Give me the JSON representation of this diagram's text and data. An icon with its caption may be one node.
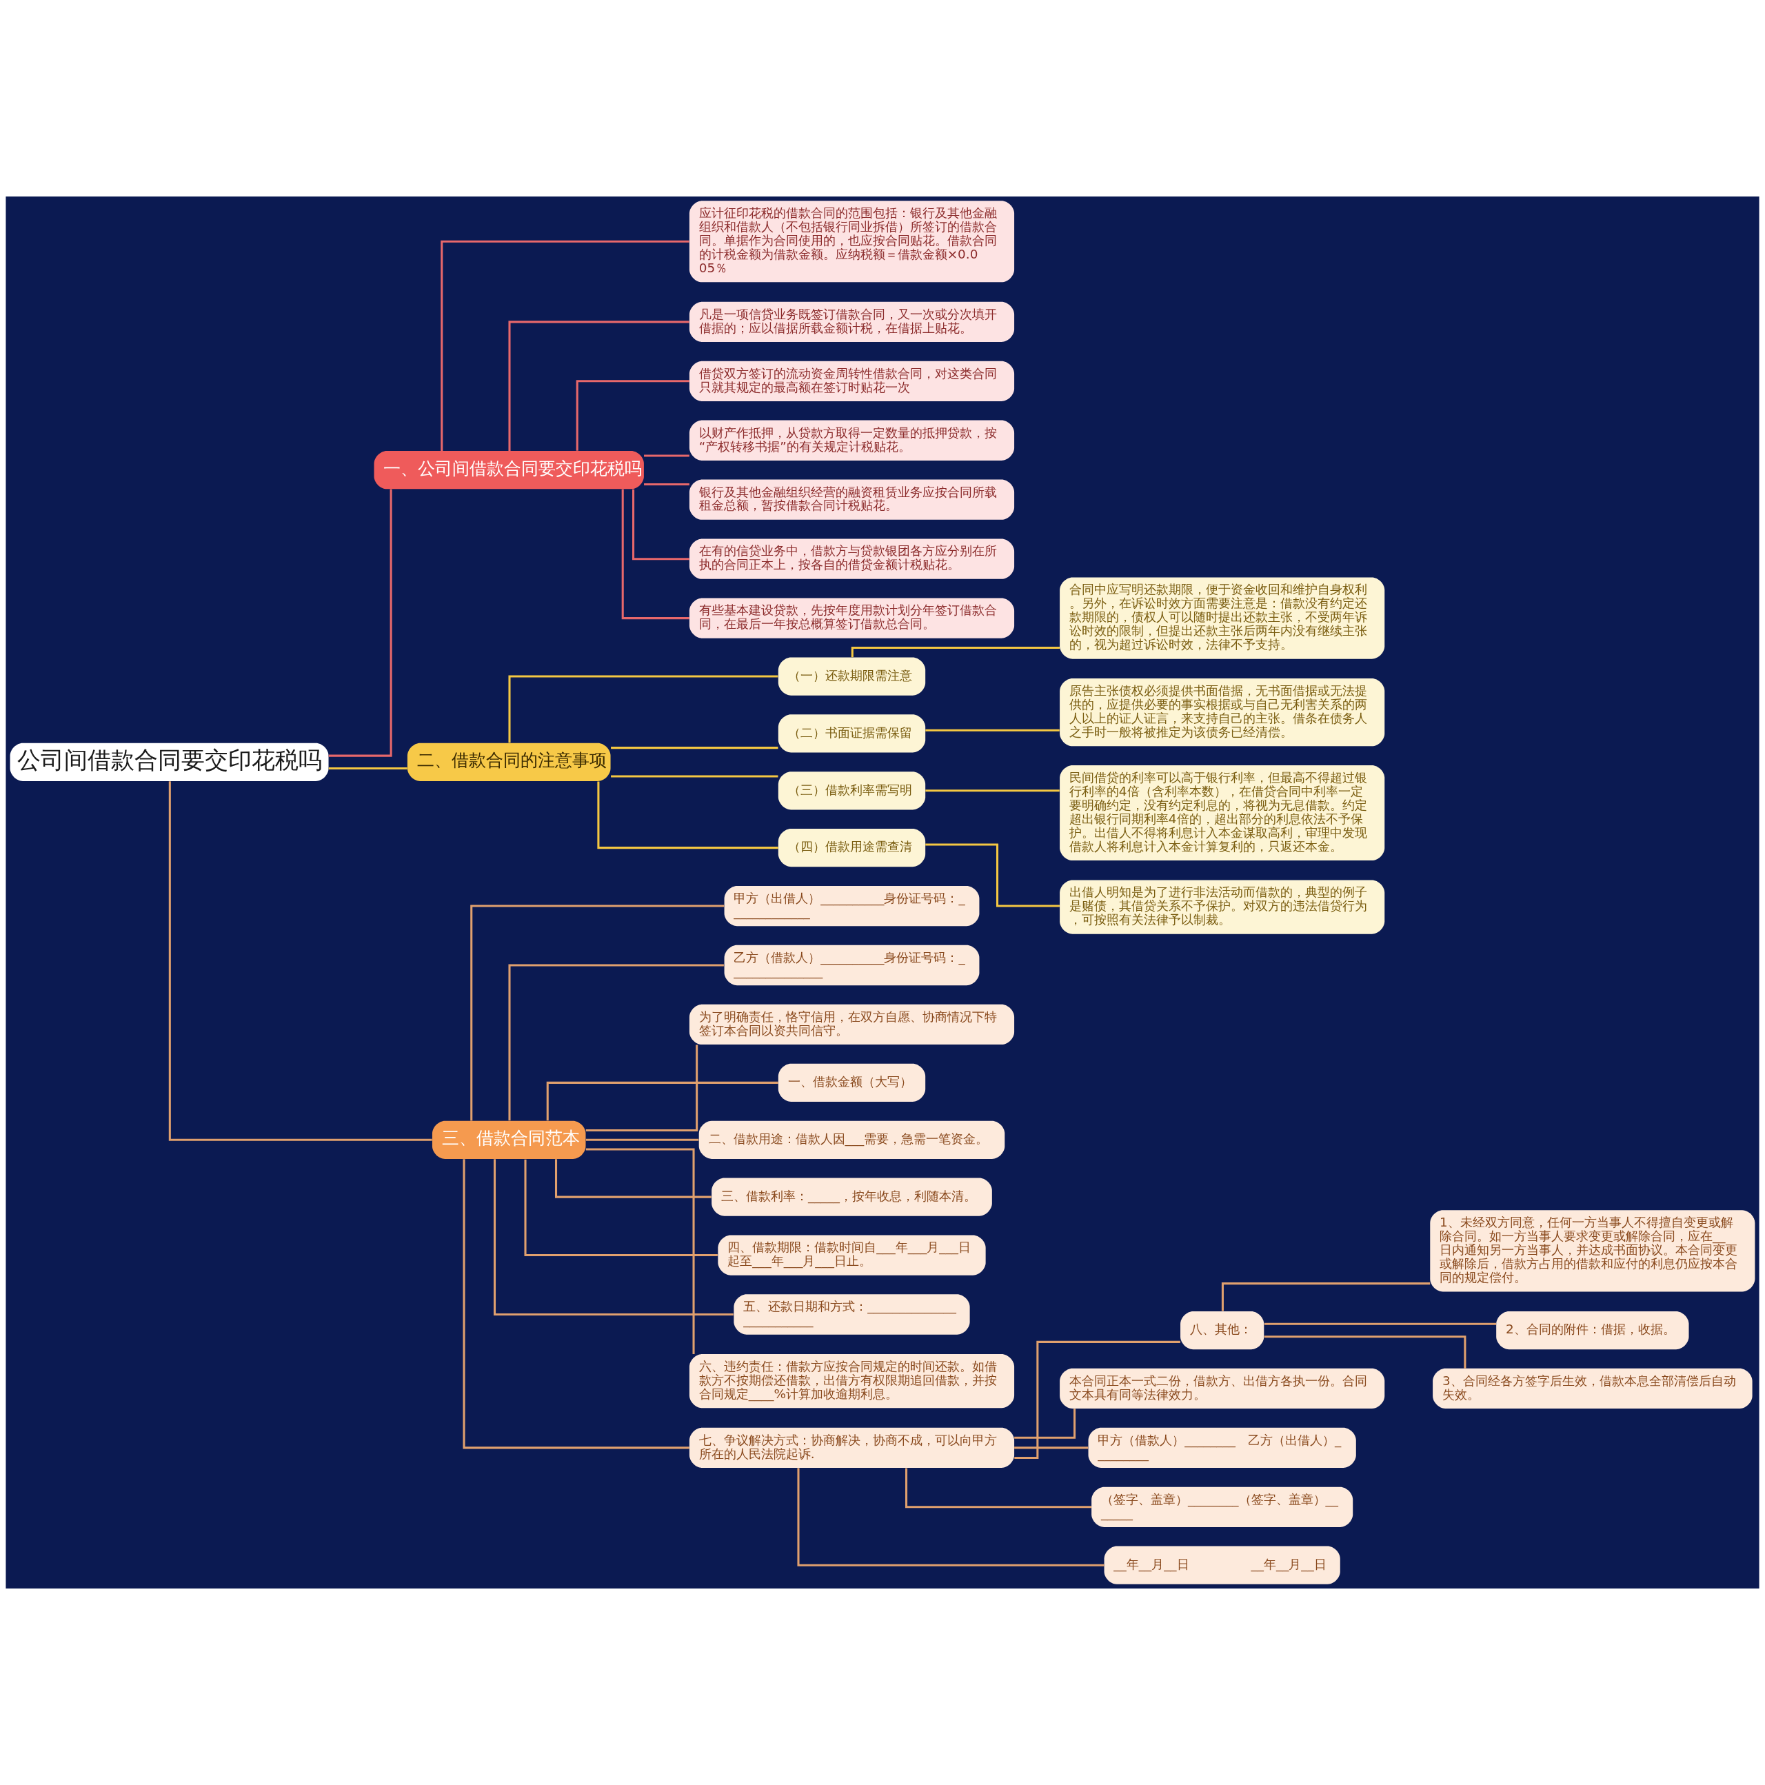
{
  "diagram": {
    "nodes": [
      {
        "text": [
          "公司间借款合同要交印花税吗"
        ]
      },
      {
        "text": [
          "一、公司间借款合同要交印花税吗"
        ]
      },
      {
        "text": [
          "应计征印花税的借款合同的范围包括：银行及其他金融组织和借款人（不包括银行同业拆借）所签订的借款合同。单据作为合同使用的，也应按合同贴花。借款合同的计税金额为借款金额。应纳税额＝借款金额×0.005％"
        ]
      },
      {
        "text": [
          "凡是一项信贷业务既签订借款合同，又一次或分次填开借据的；应以借据所载金额计税，在借据上贴花。"
        ]
      },
      {
        "text": [
          "借贷双方签订的流动资金周转性借款合同，对这类合同只就其规定的最高额在签订时贴花一次"
        ]
      },
      {
        "text": [
          "以财产作抵押，从贷款方取得一定数量的抵押贷款，按“产权转移书据”的有关规定计税贴花。"
        ]
      },
      {
        "text": [
          "银行及其他金融组织经营的融资租赁业务应按合同所载租金总额，暂按借款合同计税贴花。"
        ]
      },
      {
        "text": [
          "在有的信贷业务中，借款方与贷款银团各方应分别在所执的合同正本上，按各自的借贷金额计税贴花。"
        ]
      },
      {
        "text": [
          "有些基本建设贷款，先按年度用款计划分年签订借款合同，在最后一年按总概算签订借款总合同。"
        ]
      },
      {
        "text": [
          "二、借款合同的注意事项"
        ]
      },
      {
        "text": [
          "（一）还款期限需注意"
        ]
      },
      {
        "text": [
          "合同中应写明还款期限，便于资金收回和维护自身权利。另外，在诉讼时效方面需要注意是：借款没有约定还款期限的，债权人可以随时提出还款主张，不受两年诉讼时效的限制，但提出还款主张后两年内没有继续主张的，视为超过诉讼时效，法律不予支持。"
        ]
      },
      {
        "text": [
          "（二）书面证据需保留"
        ]
      },
      {
        "text": [
          "原告主张债权必须提供书面借据，无书面借据或无法提供的，应提供必要的事实根据或与自己无利害关系的两人以上的证人证言，来支持自己的主张。借条在债务人之手时一般将被推定为该债务已经清偿。"
        ]
      },
      {
        "text": [
          "（三）借款利率需写明"
        ]
      },
      {
        "text": [
          "民间借贷的利率可以高于银行利率，但最高不得超过银行利率的4倍（含利率本数），在借贷合同中利率一定要明确约定，没有约定利息的，将视为无息借款。约定超出银行同期利率4倍的，超出部分的利息依法不予保护。出借人不得将利息计入本金谋取高利，审理中发现借款人将利息计入本金计算复利的，只返还本金。"
        ]
      },
      {
        "text": [
          "（四）借款用途需查清"
        ]
      },
      {
        "text": [
          "出借人明知是为了进行非法活动而借款的，典型的例子是赌债，其借贷关系不予保护。对双方的违法借贷行为，可按照有关法律予以制裁。"
        ]
      },
      {
        "text": [
          "三、借款合同范本"
        ]
      },
      {
        "text": [
          "甲方（出借人）__________身份证号码：_____________"
        ]
      },
      {
        "text": [
          "乙方（借款人）__________身份证号码：_______________"
        ]
      },
      {
        "text": [
          "为了明确责任，恪守信用，在双方自愿、协商情况下特签订本合同以资共同信守。"
        ]
      },
      {
        "text": [
          "一、借款金额（大写）"
        ]
      },
      {
        "text": [
          "二、借款用途：借款人因___需要，急需一笔资金。"
        ]
      },
      {
        "text": [
          "三、借款利率：_____，按年收息，利随本清。"
        ]
      },
      {
        "text": [
          "四、借款期限：借款时间自___年___月___日起至___年___月___日止。"
        ]
      },
      {
        "text": [
          "五、还款日期和方式：_________________________"
        ]
      },
      {
        "text": [
          "六、违约责任：借款方应按合同规定的时间还款。如借款方不按期偿还借款，出借方有权限期追回借款，并按合同规定____%计算加收逾期利息。"
        ]
      },
      {
        "text": [
          "七、争议解决方式：协商解决，协商不成，可以向甲方所在的人民法院起诉."
        ]
      },
      {
        "text": [
          "八、其他："
        ]
      },
      {
        "text": [
          "1、未经双方同意，任何一方当事人不得擅自变更或解除合同。如一方当事人要求变更或解除合同，应在__日内通知另一方当事人，并达成书面协议。本合同变更或解除后，借款方占用的借款和应付的利息仍应按本合同的规定偿付。"
        ]
      },
      {
        "text": [
          "2、合同的附件：借据，收据。"
        ]
      },
      {
        "text": [
          "3、合同经各方签字后生效，借款本息全部清偿后自动失效。"
        ]
      },
      {
        "text": [
          "本合同正本一式二份，借款方、出借方各执一份。合同文本具有同等法律效力。"
        ]
      },
      {
        "text": [
          "甲方（借款人）________　乙方（出借人）_________"
        ]
      },
      {
        "text": [
          "（签字、盖章）________（签字、盖章）_______"
        ]
      },
      {
        "text": [
          "__年__月__日　　　　　__年__月__日"
        ]
      }
    ],
    "edges": [
      {
        "from": 0,
        "to": 1,
        "arrow": "none",
        "color": "#e8686b"
      },
      {
        "from": 1,
        "to": 2,
        "arrow": "none",
        "color": "#e8686b"
      },
      {
        "from": 1,
        "to": 3,
        "arrow": "none",
        "color": "#e8686b"
      },
      {
        "from": 1,
        "to": 4,
        "arrow": "none",
        "color": "#e8686b"
      },
      {
        "from": 1,
        "to": 5,
        "arrow": "none",
        "color": "#e8686b"
      },
      {
        "from": 1,
        "to": 6,
        "arrow": "none",
        "color": "#e8686b"
      },
      {
        "from": 1,
        "to": 7,
        "arrow": "none",
        "color": "#e8686b"
      },
      {
        "from": 1,
        "to": 8,
        "arrow": "none",
        "color": "#e8686b"
      },
      {
        "from": 0,
        "to": 9,
        "arrow": "none",
        "color": "#f5c842"
      },
      {
        "from": 9,
        "to": 10,
        "arrow": "none",
        "color": "#f5c842"
      },
      {
        "from": 10,
        "to": 11,
        "arrow": "none",
        "color": "#f5c842"
      },
      {
        "from": 9,
        "to": 12,
        "arrow": "none",
        "color": "#f5c842"
      },
      {
        "from": 12,
        "to": 13,
        "arrow": "none",
        "color": "#f5c842"
      },
      {
        "from": 9,
        "to": 14,
        "arrow": "none",
        "color": "#f5c842"
      },
      {
        "from": 14,
        "to": 15,
        "arrow": "none",
        "color": "#f5c842"
      },
      {
        "from": 9,
        "to": 16,
        "arrow": "none",
        "color": "#f5c842"
      },
      {
        "from": 16,
        "to": 17,
        "arrow": "none",
        "color": "#f5c842"
      },
      {
        "from": 0,
        "to": 18,
        "arrow": "none"
      },
      {
        "from": 18,
        "to": 19,
        "arrow": "none"
      },
      {
        "from": 18,
        "to": 20,
        "arrow": "none"
      },
      {
        "from": 18,
        "to": 21,
        "arrow": "none"
      },
      {
        "from": 18,
        "to": 22,
        "arrow": "none"
      },
      {
        "from": 18,
        "to": 23,
        "arrow": "none"
      },
      {
        "from": 18,
        "to": 24,
        "arrow": "none"
      },
      {
        "from": 18,
        "to": 25,
        "arrow": "none"
      },
      {
        "from": 18,
        "to": 26,
        "arrow": "none"
      },
      {
        "from": 18,
        "to": 27,
        "arrow": "none"
      },
      {
        "from": 18,
        "to": 28,
        "arrow": "none"
      },
      {
        "from": 28,
        "to": 29,
        "arrow": "none"
      },
      {
        "from": 29,
        "to": 30,
        "arrow": "none"
      },
      {
        "from": 29,
        "to": 31,
        "arrow": "none"
      },
      {
        "from": 29,
        "to": 32,
        "arrow": "none"
      },
      {
        "from": 28,
        "to": 33,
        "arrow": "none"
      },
      {
        "from": 28,
        "to": 34,
        "arrow": "none"
      },
      {
        "from": 28,
        "to": 35,
        "arrow": "none"
      },
      {
        "from": 28,
        "to": 36,
        "arrow": "none"
      }
    ]
  }
}
